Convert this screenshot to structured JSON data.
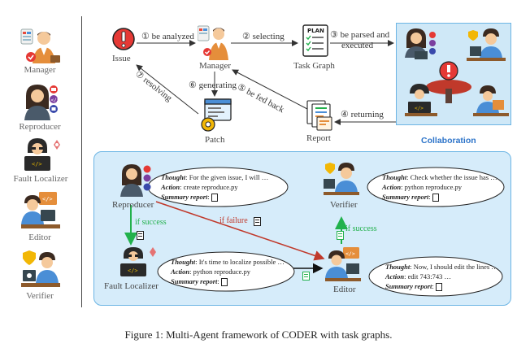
{
  "sidebar": {
    "roles": [
      {
        "label": "Manager",
        "icon": "manager-avatar-icon"
      },
      {
        "label": "Reproducer",
        "icon": "reproducer-avatar-icon"
      },
      {
        "label": "Fault Localizer",
        "icon": "fault-localizer-avatar-icon"
      },
      {
        "label": "Editor",
        "icon": "editor-avatar-icon"
      },
      {
        "label": "Verifier",
        "icon": "verifier-avatar-icon"
      }
    ]
  },
  "top": {
    "nodes": {
      "issue": "Issue",
      "manager": "Manager",
      "task_graph": "Task Graph",
      "patch": "Patch",
      "report": "Report",
      "plan_label": "PLAN"
    },
    "steps": {
      "s1": "① be analyzed",
      "s2": "② selecting",
      "s3": "③ be parsed and",
      "s3b": "executed",
      "s4": "④ returning",
      "s5": "⑤ be fed back",
      "s6": "⑥ generating",
      "s7": "⑦ resolving"
    },
    "collaboration_title": "Collaboration"
  },
  "bottom": {
    "agents": {
      "reproducer": "Reproducer",
      "fault_localizer": "Fault Localizer",
      "verifier": "Verifier",
      "editor": "Editor"
    },
    "conditions": {
      "if_success_1": "if success",
      "if_failure": "if failure",
      "if_success_2": "if success"
    },
    "bubbles": {
      "reproducer": {
        "thought_label": "Thought",
        "thought": ": For the given issue, I will …",
        "action_label": "Action",
        "action": ": create reproduce.py",
        "summary_label": "Summary report"
      },
      "fault_localizer": {
        "thought_label": "Thought",
        "thought": ": It's time to localize possible …",
        "action_label": "Action",
        "action": ": python reproduce.py",
        "summary_label": "Summary report"
      },
      "verifier": {
        "thought_label": "Thought",
        "thought": ": Check whether the issue has …",
        "action_label": "Action",
        "action": ": python reproduce.py",
        "summary_label": "Summary report"
      },
      "editor": {
        "thought_label": "Thought",
        "thought": ": Now, I should edit the lines …",
        "action_label": "Action",
        "action": ": edit 743:743 …",
        "summary_label": "Summary report"
      }
    }
  },
  "caption": "Figure 1: Multi-Agent framework of CODER with task graphs.",
  "colors": {
    "panel_fill": "#d6ecfa",
    "panel_border": "#6cb5e4",
    "success_green": "#22b14c",
    "failure_red": "#c0392b",
    "collab_blue": "#2d74c9",
    "issue_red": "#e53935"
  }
}
